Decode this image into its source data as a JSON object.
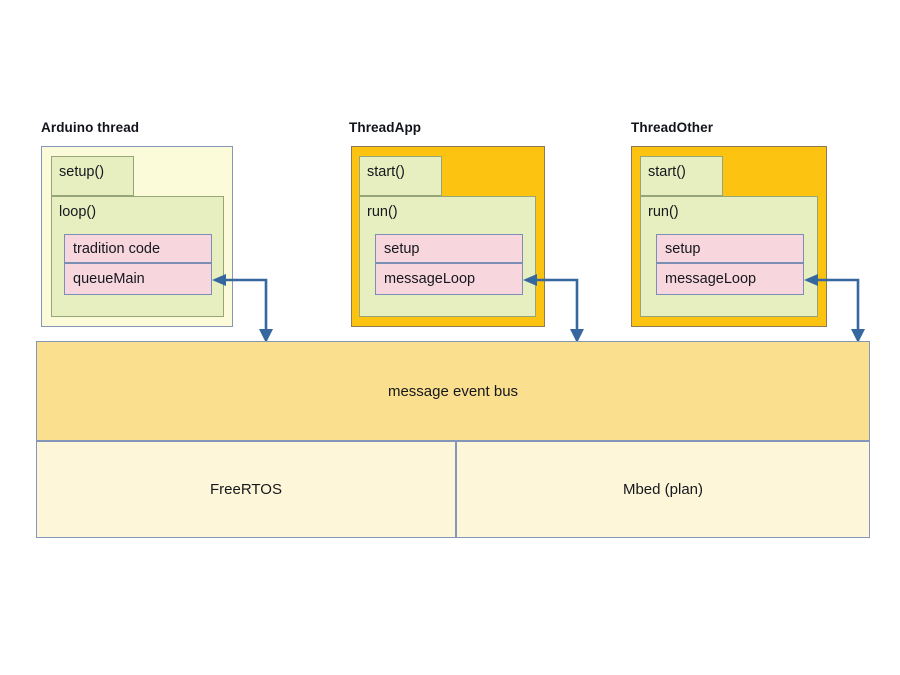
{
  "diagram": {
    "title_visible": false,
    "colors": {
      "thread_shell": "#fcc310",
      "arduino_shell": "#fbfbd9",
      "method_box": "#e7efc0",
      "leaf_box": "#f8d6de",
      "bus": "#fae08e",
      "os_layer": "#fdf6d8",
      "border": "#8497b8",
      "arrow": "#36679e"
    },
    "columns": [
      {
        "title": "Arduino thread",
        "kind": "arduino",
        "methods": [
          {
            "label": "setup()",
            "children": []
          },
          {
            "label": "loop()",
            "children": [
              {
                "label": "tradition code"
              },
              {
                "label": "queueMain"
              }
            ]
          }
        ]
      },
      {
        "title": "ThreadApp",
        "kind": "thread",
        "methods": [
          {
            "label": "start()",
            "children": []
          },
          {
            "label": "run()",
            "children": [
              {
                "label": "setup"
              },
              {
                "label": "messageLoop"
              }
            ]
          }
        ]
      },
      {
        "title": "ThreadOther",
        "kind": "thread",
        "methods": [
          {
            "label": "start()",
            "children": []
          },
          {
            "label": "run()",
            "children": [
              {
                "label": "setup"
              },
              {
                "label": "messageLoop"
              }
            ]
          }
        ]
      }
    ],
    "bus": {
      "label": "message event bus"
    },
    "os_layers": [
      {
        "label": "FreeRTOS"
      },
      {
        "label": "Mbed (plan)"
      }
    ],
    "connectors": [
      {
        "from": "queueMain",
        "to": "message event bus"
      },
      {
        "from": "messageLoop",
        "to": "message event bus"
      },
      {
        "from": "messageLoop",
        "to": "message event bus"
      }
    ]
  }
}
